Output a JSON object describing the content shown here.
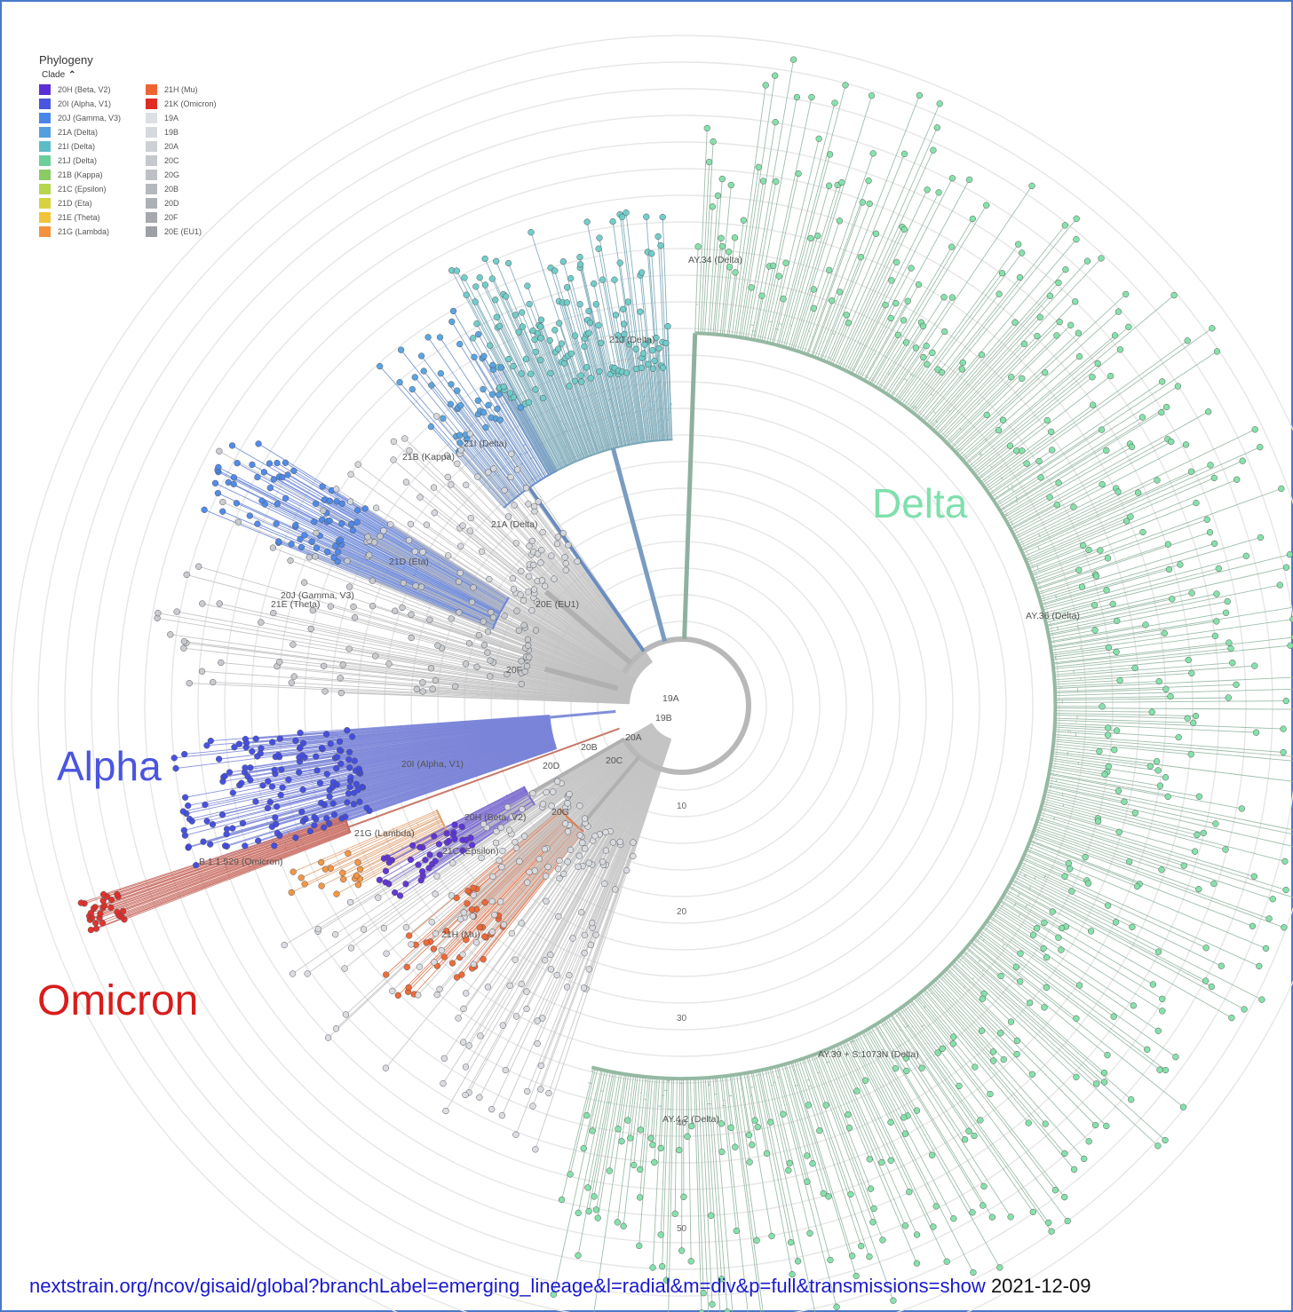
{
  "legend": {
    "title": "Phylogeny",
    "subtitle": "Clade",
    "items": [
      {
        "label": "20H (Beta, V2)",
        "color": "#5b2fd6"
      },
      {
        "label": "20I (Alpha, V1)",
        "color": "#4a55e0"
      },
      {
        "label": "20J (Gamma, V3)",
        "color": "#4a86e8"
      },
      {
        "label": "21A (Delta)",
        "color": "#52a0e0"
      },
      {
        "label": "21I (Delta)",
        "color": "#5cbcc8"
      },
      {
        "label": "21J (Delta)",
        "color": "#6ccf9a"
      },
      {
        "label": "21B (Kappa)",
        "color": "#8acb64"
      },
      {
        "label": "21C (Epsilon)",
        "color": "#b6d64e"
      },
      {
        "label": "21D (Eta)",
        "color": "#d6d43e"
      },
      {
        "label": "21E (Theta)",
        "color": "#f0c43a"
      },
      {
        "label": "21G (Lambda)",
        "color": "#f4913c"
      },
      {
        "label": "21H (Mu)",
        "color": "#ee6430"
      },
      {
        "label": "21K (Omicron)",
        "color": "#e02a26"
      },
      {
        "label": "19A",
        "color": "#dcdfe3"
      },
      {
        "label": "19B",
        "color": "#d5d8dc"
      },
      {
        "label": "20A",
        "color": "#cdd0d5"
      },
      {
        "label": "20C",
        "color": "#c5c8cd"
      },
      {
        "label": "20G",
        "color": "#bdc0c5"
      },
      {
        "label": "20B",
        "color": "#b5b8bd"
      },
      {
        "label": "20D",
        "color": "#adb0b5"
      },
      {
        "label": "20F",
        "color": "#a5a8ad"
      },
      {
        "label": "20E (EU1)",
        "color": "#9da0a5"
      }
    ]
  },
  "overlay_labels": {
    "delta": "Delta",
    "alpha": "Alpha",
    "omicron": "Omicron"
  },
  "colors": {
    "delta": "#7fe0ac",
    "alpha": "#4a55e0",
    "omicron": "#d91c1c",
    "rings": "#e6e6e6",
    "backbone": "#b8b8b8",
    "frame": "#4a78c8"
  },
  "branch_labels": [
    "AY.34 (Delta)",
    "21J (Delta)",
    "21I (Delta)",
    "21B (Kappa)",
    "21A (Delta)",
    "21D (Eta)",
    "20J (Gamma, V3)",
    "21E (Theta)",
    "20E (EU1)",
    "20F",
    "19A",
    "19B",
    "20A",
    "20B",
    "20C",
    "20D",
    "20I (Alpha, V1)",
    "20H (Beta, V2)",
    "20G",
    "21G (Lambda)",
    "21C (Epsilon)",
    "B.1.1.529 (Omicron)",
    "21H (Mu)",
    "AY.36 (Delta)",
    "AY.39 + S:1073N (Delta)",
    "AY.4.2 (Delta)"
  ],
  "axis_ticks": [
    "10",
    "20",
    "30",
    "40",
    "50"
  ],
  "footer": {
    "url": "nextstrain.org/ncov/gisaid/global?branchLabel=emerging_lineage&l=radial&m=div&p=full&transmissions=show",
    "date": "2021-12-09"
  }
}
